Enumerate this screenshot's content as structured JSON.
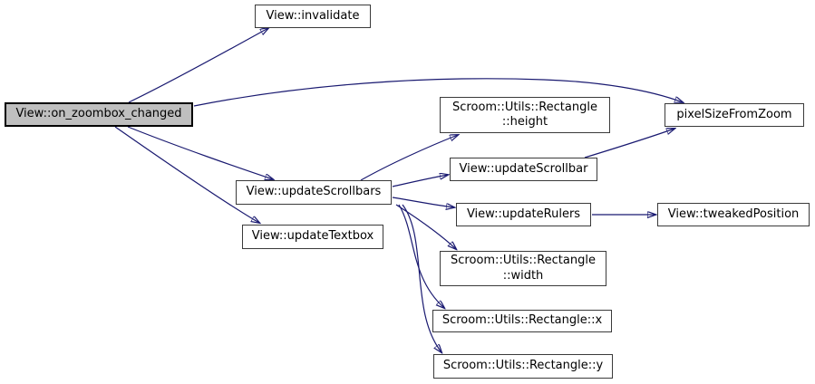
{
  "colors": {
    "background": "#ffffff",
    "edge": "#191970",
    "node_fill": "#ffffff",
    "node_border": "#3a3a3a",
    "highlight_fill": "#bfbfbf",
    "highlight_border": "#000000",
    "text": "#000000"
  },
  "nodes": [
    {
      "id": "on_zoombox_changed",
      "label": "View::on_zoombox_changed",
      "highlighted": true
    },
    {
      "id": "invalidate",
      "label": "View::invalidate"
    },
    {
      "id": "updateScrollbars",
      "label": "View::updateScrollbars"
    },
    {
      "id": "updateTextbox",
      "label": "View::updateTextbox"
    },
    {
      "id": "rect_height",
      "label": "Scroom::Utils::Rectangle\n::height"
    },
    {
      "id": "updateScrollbar",
      "label": "View::updateScrollbar"
    },
    {
      "id": "updateRulers",
      "label": "View::updateRulers"
    },
    {
      "id": "rect_width",
      "label": "Scroom::Utils::Rectangle\n::width"
    },
    {
      "id": "rect_x",
      "label": "Scroom::Utils::Rectangle::x"
    },
    {
      "id": "rect_y",
      "label": "Scroom::Utils::Rectangle::y"
    },
    {
      "id": "pixelSizeFromZoom",
      "label": "pixelSizeFromZoom"
    },
    {
      "id": "tweakedPosition",
      "label": "View::tweakedPosition"
    }
  ],
  "edges": [
    {
      "from": "on_zoombox_changed",
      "to": "invalidate"
    },
    {
      "from": "on_zoombox_changed",
      "to": "pixelSizeFromZoom"
    },
    {
      "from": "on_zoombox_changed",
      "to": "updateScrollbars"
    },
    {
      "from": "on_zoombox_changed",
      "to": "updateTextbox"
    },
    {
      "from": "updateScrollbars",
      "to": "rect_height"
    },
    {
      "from": "updateScrollbars",
      "to": "updateScrollbar"
    },
    {
      "from": "updateScrollbars",
      "to": "updateRulers"
    },
    {
      "from": "updateScrollbars",
      "to": "rect_width"
    },
    {
      "from": "updateScrollbars",
      "to": "rect_x"
    },
    {
      "from": "updateScrollbars",
      "to": "rect_y"
    },
    {
      "from": "updateScrollbar",
      "to": "pixelSizeFromZoom"
    },
    {
      "from": "updateRulers",
      "to": "tweakedPosition"
    }
  ]
}
